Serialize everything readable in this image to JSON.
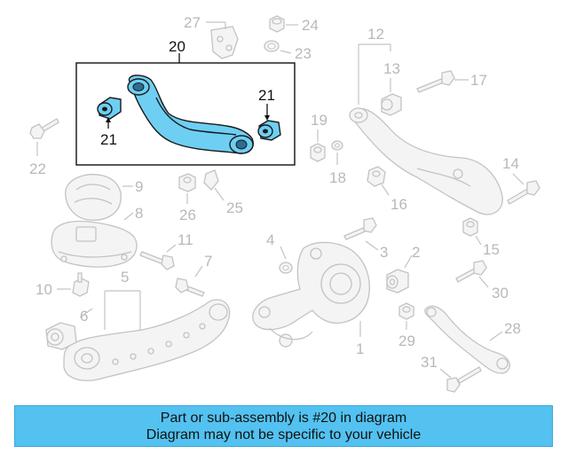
{
  "highlight_color": "#53c2f1",
  "callouts": {
    "c1": "1",
    "c2": "2",
    "c3": "3",
    "c4": "4",
    "c5": "5",
    "c6": "6",
    "c7": "7",
    "c8": "8",
    "c9": "9",
    "c10": "10",
    "c11": "11",
    "c12": "12",
    "c13": "13",
    "c14": "14",
    "c15": "15",
    "c16": "16",
    "c17": "17",
    "c18": "18",
    "c19": "19",
    "c20": "20",
    "c21a": "21",
    "c21b": "21",
    "c22": "22",
    "c23": "23",
    "c24": "24",
    "c25": "25",
    "c26": "26",
    "c27": "27",
    "c28": "28",
    "c29": "29",
    "c30": "30",
    "c31": "31"
  },
  "banner": {
    "line1": "Part or sub-assembly is #20 in diagram",
    "line2": "Diagram may not be specific to your vehicle"
  }
}
